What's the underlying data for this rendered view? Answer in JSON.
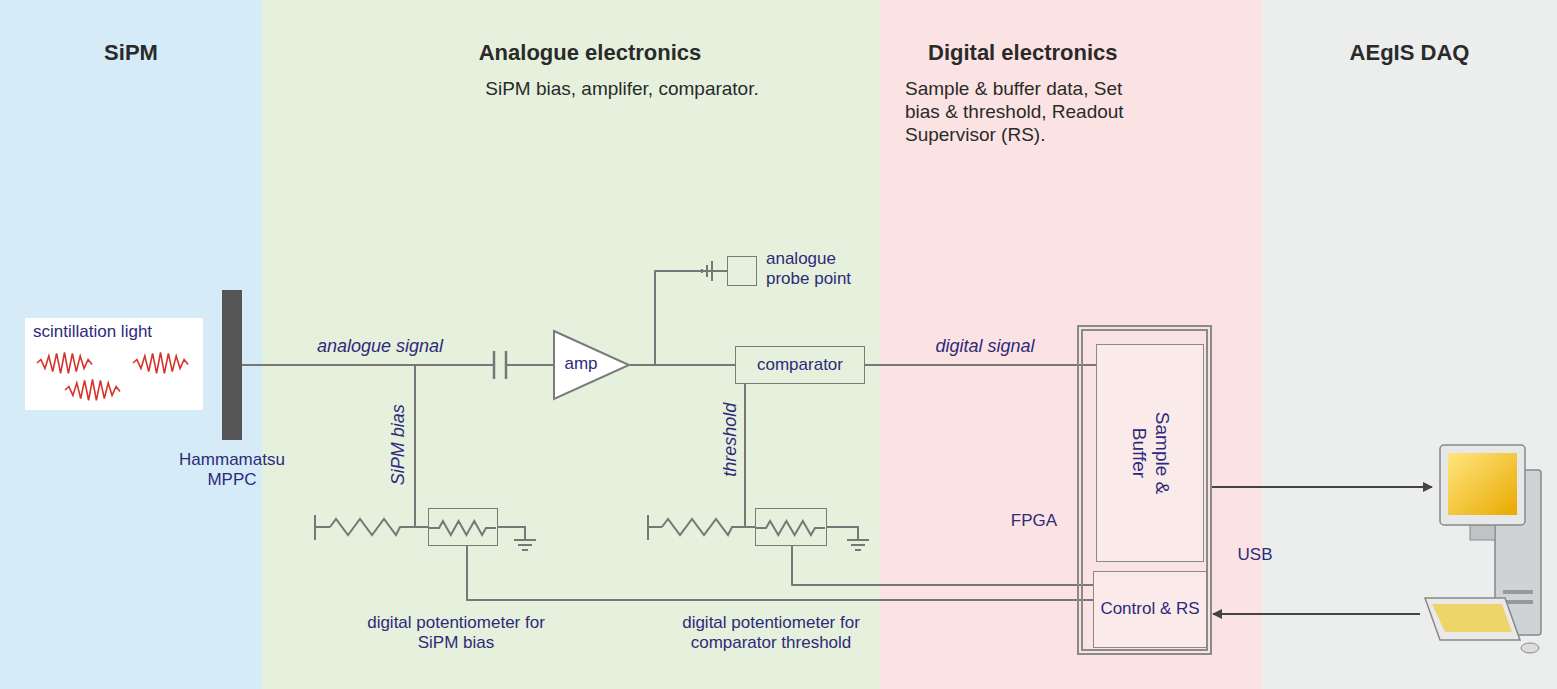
{
  "diagram": {
    "nodes": [
      {
        "text": [
          "SiPM"
        ]
      },
      {
        "text": [
          "scintillation light"
        ],
        "in": 0
      },
      {
        "text": [
          "Hammamatsu MPPC"
        ],
        "in": 0
      },
      {
        "text": [
          "Analogue electronics",
          "SiPM bias, amplifer, comparator."
        ]
      },
      {
        "text": [
          "analogue probe point"
        ],
        "in": 3
      },
      {
        "text": [
          "amp"
        ],
        "in": 3
      },
      {
        "text": [
          "comparator"
        ],
        "in": 3
      },
      {
        "text": [
          "digital potentiometer for SiPM bias"
        ],
        "in": 3
      },
      {
        "text": [
          "digital potentiometer for comparator threshold"
        ],
        "in": 3
      },
      {
        "text": [
          "Digital electronics",
          "Sample & buffer data, Set bias & threshold, Readout Supervisor (RS)."
        ]
      },
      {
        "text": [
          "FPGA"
        ],
        "in": 9
      },
      {
        "text": [
          "Sample & Buffer"
        ],
        "in": 10
      },
      {
        "text": [
          "Control & RS"
        ],
        "in": 10
      },
      {
        "text": [
          "AEgIS DAQ"
        ]
      }
    ],
    "edges": [
      {
        "from": 2,
        "to": 5,
        "label": "analogue signal",
        "arrow": "none"
      },
      {
        "from": 5,
        "to": 4,
        "arrow": "none"
      },
      {
        "from": 5,
        "to": 6,
        "arrow": "none"
      },
      {
        "from": 6,
        "to": 11,
        "label": "digital signal",
        "arrow": "none"
      },
      {
        "from": 7,
        "to": 2,
        "label": "SiPM bias",
        "arrow": "none"
      },
      {
        "from": 8,
        "to": 6,
        "label": "threshold",
        "arrow": "none"
      },
      {
        "from": 12,
        "to": 7,
        "arrow": "none"
      },
      {
        "from": 12,
        "to": 8,
        "arrow": "none"
      }
    ],
    "labels": [
      "USB"
    ]
  }
}
